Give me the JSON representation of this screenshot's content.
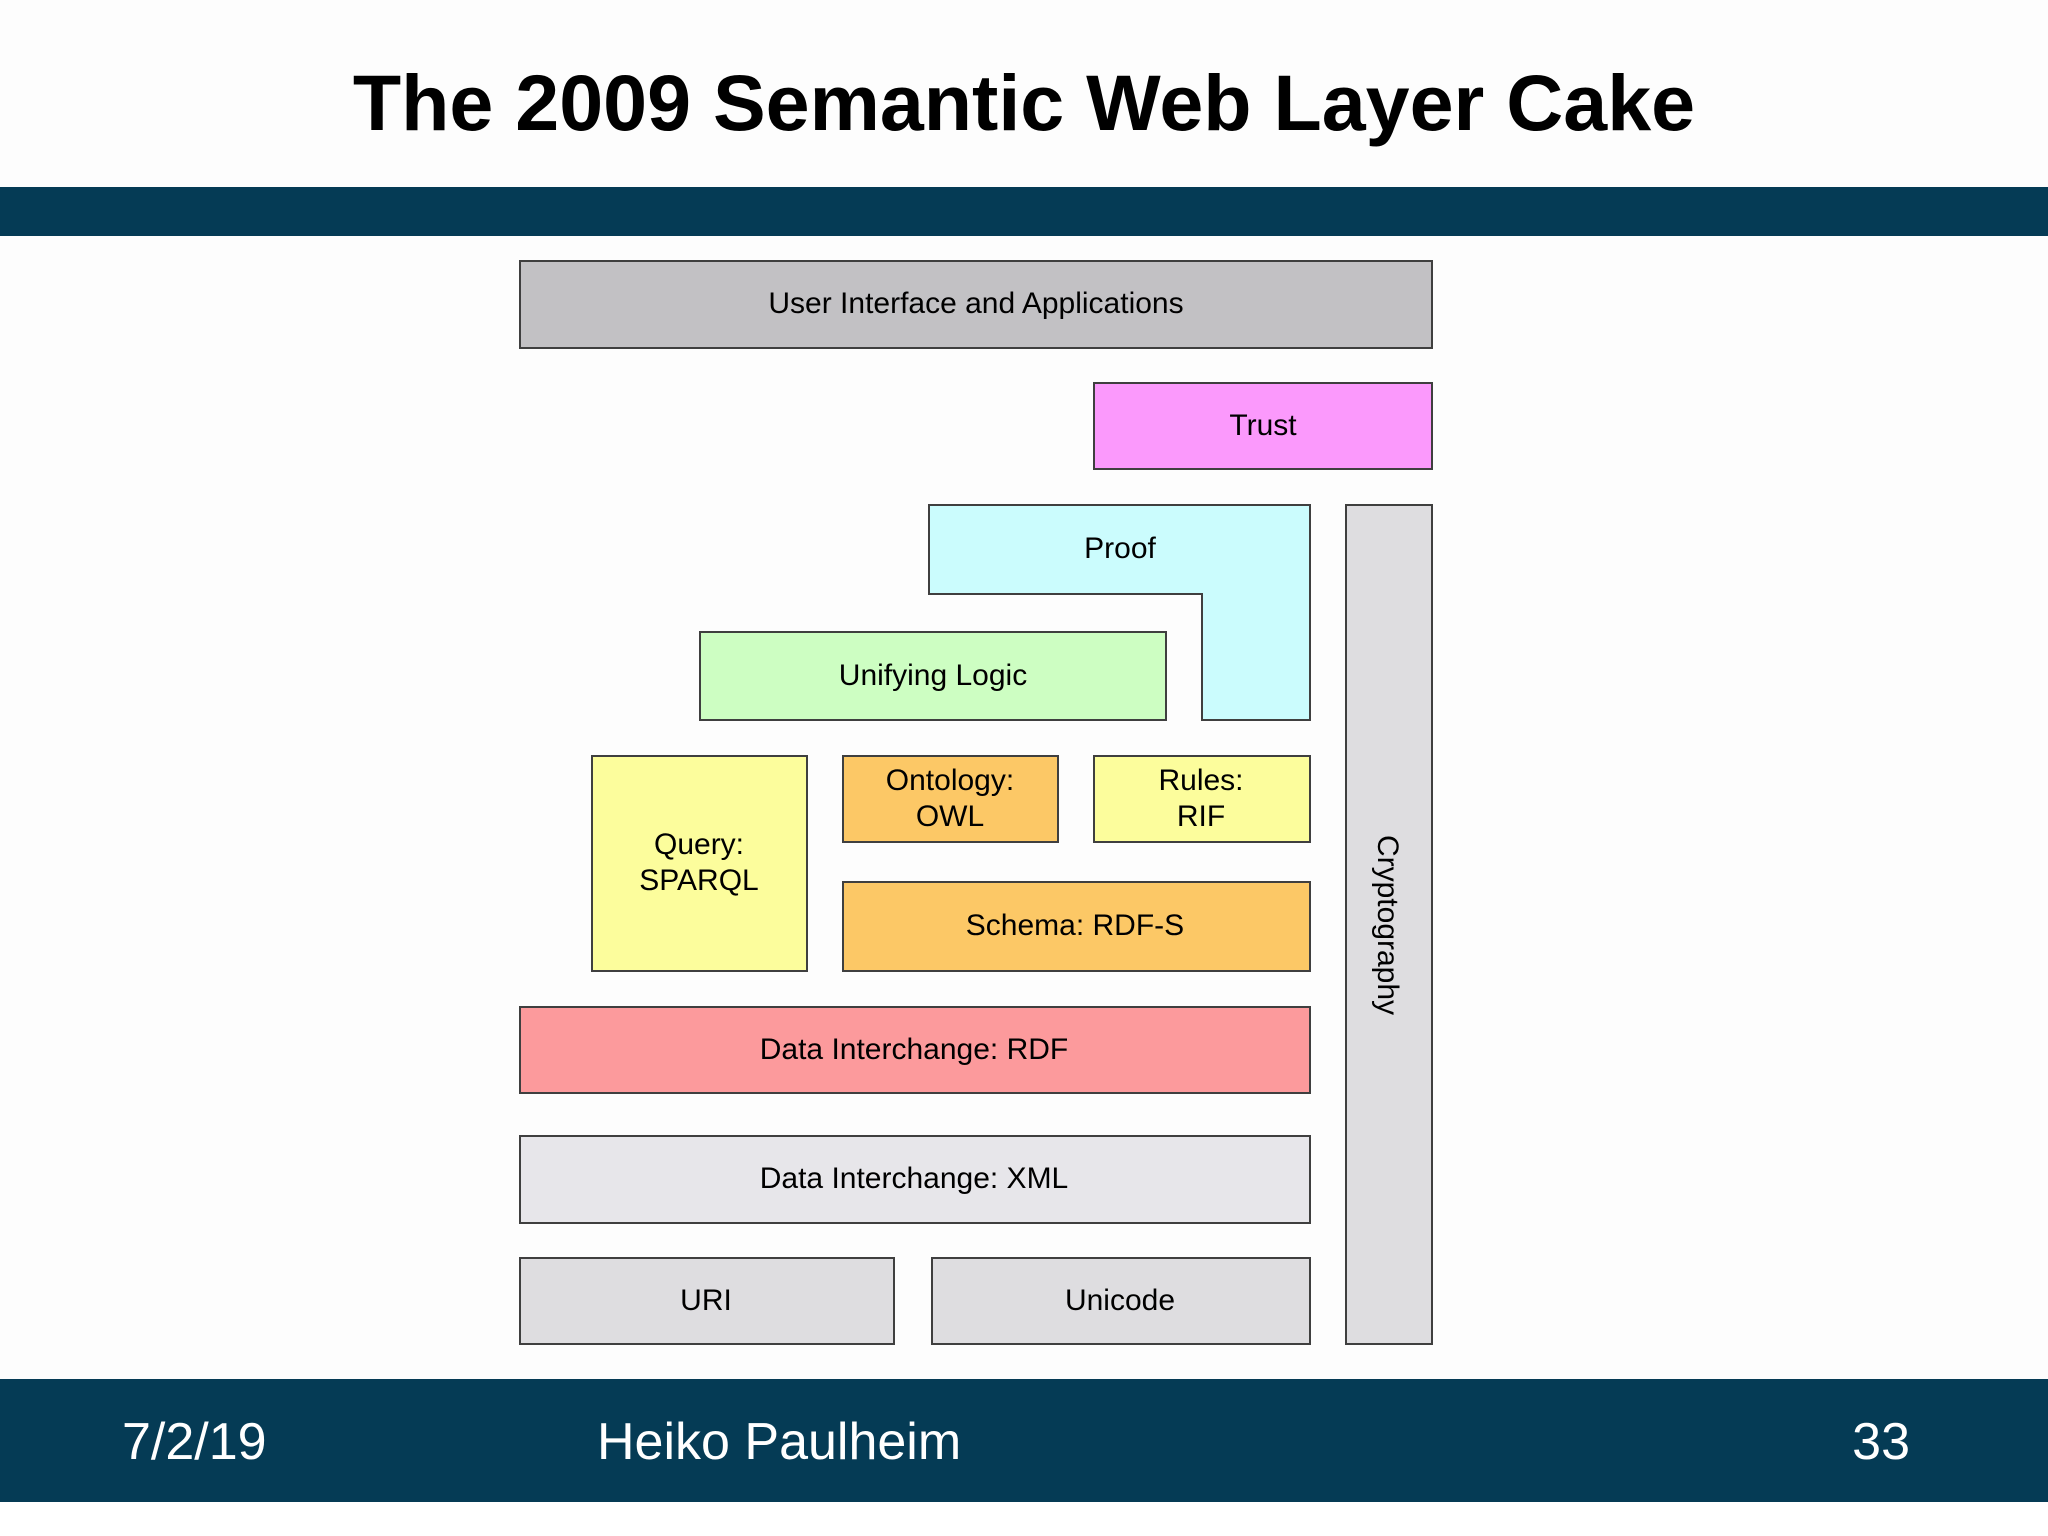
{
  "slide": {
    "title": "The 2009 Semantic Web Layer Cake"
  },
  "colors": {
    "bar": "#053b55",
    "border": "#3f3f3f"
  },
  "diagram": {
    "layers": {
      "ui": {
        "label": "User Interface and Applications",
        "color": "#c2c1c4"
      },
      "trust": {
        "label": "Trust",
        "color": "#fb99fc"
      },
      "proof": {
        "label": "Proof",
        "color": "#cbfcfd"
      },
      "logic": {
        "label": "Unifying Logic",
        "color": "#cdfec2"
      },
      "query": {
        "label_line1": "Query:",
        "label_line2": "SPARQL",
        "color": "#fcfd9c"
      },
      "owl": {
        "label_line1": "Ontology:",
        "label_line2": "OWL",
        "color": "#fcc866"
      },
      "rif": {
        "label_line1": "Rules:",
        "label_line2": "RIF",
        "color": "#fcfd9c"
      },
      "rdfs": {
        "label": "Schema: RDF-S",
        "color": "#fcc866"
      },
      "rdf": {
        "label": "Data Interchange: RDF",
        "color": "#fc9a9c"
      },
      "xml": {
        "label": "Data Interchange: XML",
        "color": "#e7e6ea"
      },
      "uri": {
        "label": "URI",
        "color": "#dedde0"
      },
      "unicode": {
        "label": "Unicode",
        "color": "#dedde0"
      },
      "crypto": {
        "label": "Cryptography",
        "color": "#dedde0"
      }
    }
  },
  "footer": {
    "date": "7/2/19",
    "author": "Heiko Paulheim",
    "page": "33"
  }
}
